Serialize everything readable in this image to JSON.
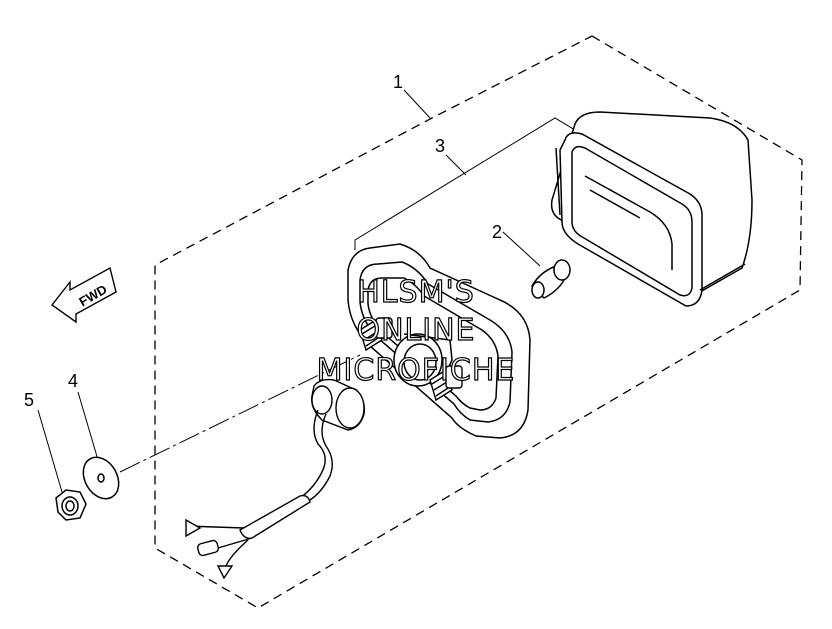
{
  "diagram": {
    "callouts": {
      "part_1": "1",
      "part_2": "2",
      "part_3": "3",
      "part_4": "4",
      "part_5": "5"
    },
    "direction_label": "FWD",
    "watermark": {
      "line1": "HLSM'S",
      "line2": "ONLINE",
      "line3": "MICROFICHE"
    }
  }
}
